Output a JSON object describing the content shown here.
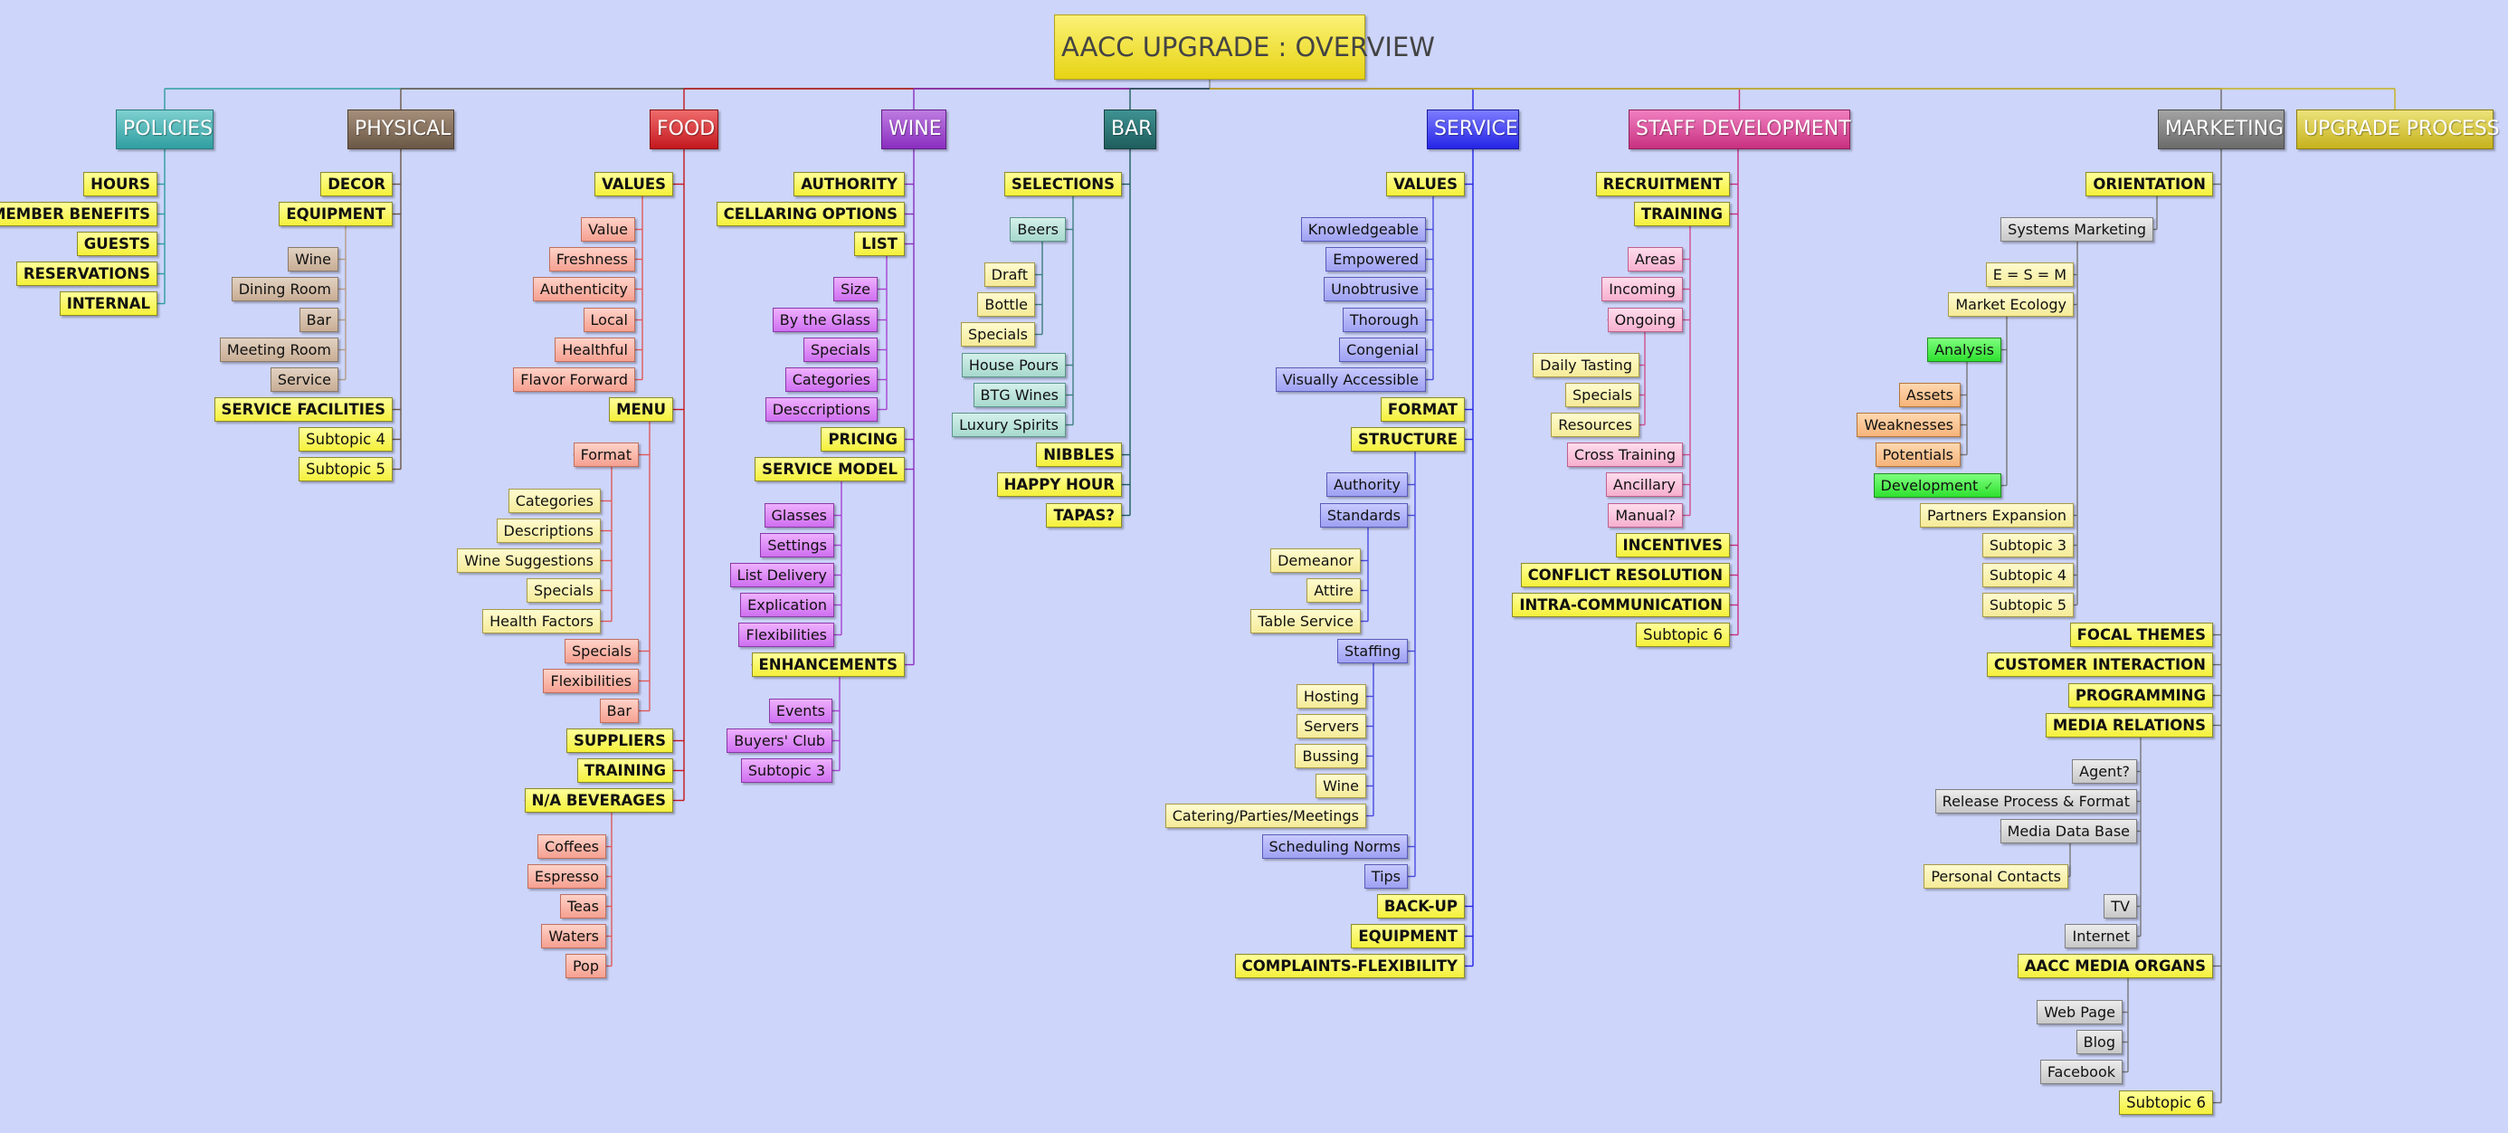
{
  "title": "AACC UPGRADE :  OVERVIEW",
  "icons": {
    "development_marker": "check-circle-icon"
  },
  "colors": {
    "policies": "#2f9ea0",
    "physical": "#6b5746",
    "food": "#c4181e",
    "wine": "#8a2ec0",
    "bar": "#1f5d5d",
    "service": "#2424e6",
    "staff": "#c8307f",
    "marketing": "#6b6b6b",
    "upgrade": "#c6b21c",
    "background": "#cdd5fa"
  },
  "categories": {
    "policies": {
      "label": "POLICIES",
      "items": [
        "HOURS",
        "MEMBER BENEFITS",
        "GUESTS",
        "RESERVATIONS",
        "INTERNAL"
      ]
    },
    "physical": {
      "label": "PHYSICAL",
      "decor": "DECOR",
      "equipment": "EQUIPMENT",
      "equipment_items": [
        "Wine",
        "Dining Room",
        "Bar",
        "Meeting Room",
        "Service"
      ],
      "service_facilities": "SERVICE FACILITIES",
      "subtopic4": "Subtopic 4",
      "subtopic5": "Subtopic 5"
    },
    "food": {
      "label": "FOOD",
      "values": "VALUES",
      "values_items": [
        "Value",
        "Freshness",
        "Authenticity",
        "Local",
        "Healthful",
        "Flavor Forward"
      ],
      "menu": "MENU",
      "format": "Format",
      "format_items": [
        "Categories",
        "Descriptions",
        "Wine Suggestions",
        "Specials",
        "Health Factors"
      ],
      "menu_items": [
        "Specials",
        "Flexibilities",
        "Bar"
      ],
      "suppliers": "SUPPLIERS",
      "training": "TRAINING",
      "na_beverages": "N/A BEVERAGES",
      "na_items": [
        "Coffees",
        "Espresso",
        "Teas",
        "Waters",
        "Pop"
      ]
    },
    "wine": {
      "label": "WINE",
      "authority": "AUTHORITY",
      "cellaring": "CELLARING OPTIONS",
      "list": "LIST",
      "list_items": [
        "Size",
        "By the Glass",
        "Specials",
        "Categories",
        "Desccriptions"
      ],
      "pricing": "PRICING",
      "service_model": "SERVICE MODEL",
      "service_items": [
        "Glasses",
        "Settings",
        "List Delivery",
        "Explication",
        "Flexibilities"
      ],
      "enhancements": "ENHANCEMENTS",
      "enhancement_items": [
        "Events",
        "Buyers' Club",
        "Subtopic 3"
      ]
    },
    "bar": {
      "label": "BAR",
      "selections": "SELECTIONS",
      "beers": "Beers",
      "beer_items": [
        "Draft",
        "Bottle",
        "Specials"
      ],
      "selection_items": [
        "House Pours",
        "BTG Wines",
        "Luxury Spirits"
      ],
      "nibbles": "NIBBLES",
      "happy_hour": "HAPPY HOUR",
      "tapas": "TAPAS?"
    },
    "service": {
      "label": "SERVICE",
      "values": "VALUES",
      "values_items": [
        "Knowledgeable",
        "Empowered",
        "Unobtrusive",
        "Thorough",
        "Congenial",
        "Visually Accessible"
      ],
      "format": "FORMAT",
      "structure": "STRUCTURE",
      "authority": "Authority",
      "standards": "Standards",
      "standards_items": [
        "Demeanor",
        "Attire",
        "Table Service"
      ],
      "staffing": "Staffing",
      "staffing_items": [
        "Hosting",
        "Servers",
        "Bussing",
        "Wine",
        "Catering/Parties/Meetings"
      ],
      "scheduling": "Scheduling Norms",
      "tips": "Tips",
      "backup": "BACK-UP",
      "equipment": "EQUIPMENT",
      "complaints": "COMPLAINTS-FLEXIBILITY"
    },
    "staff": {
      "label": "STAFF DEVELOPMENT",
      "recruitment": "RECRUITMENT",
      "training": "TRAINING",
      "areas": "Areas",
      "incoming": "Incoming",
      "ongoing": "Ongoing",
      "daily_tasting": "Daily Tasting",
      "specials": "Specials",
      "resources": "Resources",
      "cross_training": "Cross Training",
      "ancillary": "Ancillary",
      "manual": "Manual?",
      "incentives": "INCENTIVES",
      "conflict": "CONFLICT RESOLUTION",
      "intra": "INTRA-COMMUNICATION",
      "subtopic6": "Subtopic 6"
    },
    "marketing": {
      "label": "MARKETING",
      "orientation": "ORIENTATION",
      "systems_marketing": "Systems Marketing",
      "esm": "E = S = M",
      "market_ecology": "Market Ecology",
      "analysis": "Analysis",
      "assets": "Assets",
      "weaknesses": "Weaknesses",
      "potentials": "Potentials",
      "development": "Development",
      "partners": "Partners Expansion",
      "sub3": "Subtopic 3",
      "sub4": "Subtopic 4",
      "sub5": "Subtopic 5",
      "focal_themes": "FOCAL THEMES",
      "customer_interaction": "CUSTOMER INTERACTION",
      "programming": "PROGRAMMING",
      "media_relations": "MEDIA RELATIONS",
      "agent": "Agent?",
      "release": "Release Process & Format",
      "media_db": "Media Data Base",
      "personal_contacts": "Personal Contacts",
      "tv": "TV",
      "internet": "Internet",
      "media_organs": "AACC MEDIA ORGANS",
      "web_page": "Web Page",
      "blog": "Blog",
      "facebook": "Facebook",
      "sub6": "Subtopic 6"
    },
    "upgrade": {
      "label": "UPGRADE PROCESS"
    }
  }
}
